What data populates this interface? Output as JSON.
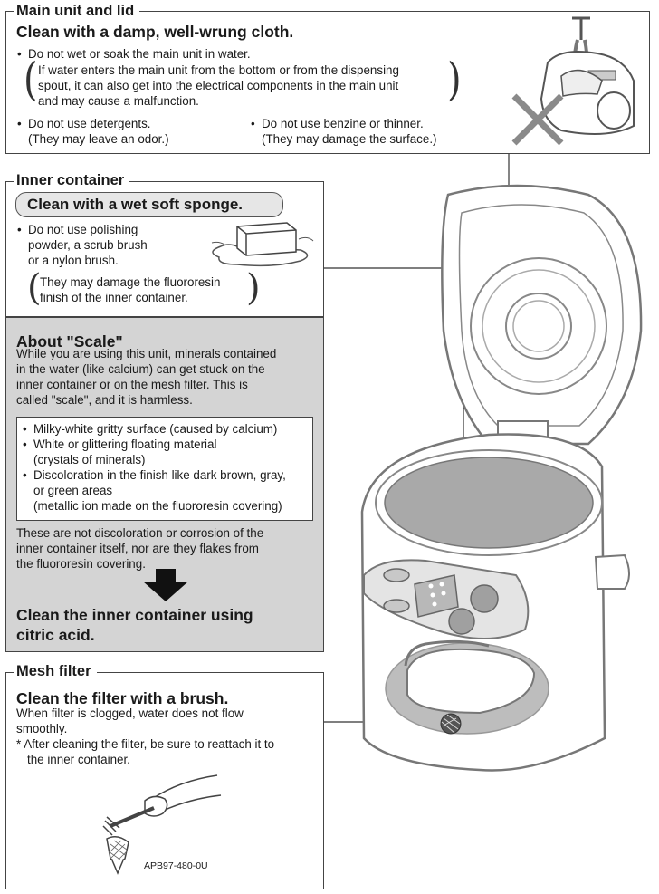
{
  "main_unit": {
    "title": "Main unit and lid",
    "heading": "Clean with a damp, well-wrung cloth.",
    "bullet1": "Do not wet or soak the main unit in water.",
    "note_line1": "If water enters the main unit from the bottom or from the dispensing",
    "note_line2": "spout, it can also get into the electrical components in the main unit",
    "note_line3": "and may cause a malfunction.",
    "bullet2_line1": "Do not use detergents.",
    "bullet2_line2": "(They may leave an odor.)",
    "bullet3_line1": "Do not use benzine or thinner.",
    "bullet3_line2": "(They may damage the surface.)"
  },
  "inner_container": {
    "title": "Inner container",
    "heading": "Clean with a wet soft sponge.",
    "bullet_line1": "Do not use polishing",
    "bullet_line2": "powder, a scrub brush",
    "bullet_line3": "or a nylon brush.",
    "note_line1": "They may damage the fluororesin",
    "note_line2": "finish of the inner container."
  },
  "scale": {
    "title": "About \"Scale\"",
    "para_line1": "While you are using this unit, minerals contained",
    "para_line2": "in the water (like calcium) can get stuck on the",
    "para_line3": "inner container or on the mesh filter. This is",
    "para_line4": "called \"scale\", and it is harmless.",
    "list": [
      "Milky-white gritty surface (caused by calcium)",
      "White or glittering floating material",
      "(crystals of minerals)",
      "Discoloration in the finish like dark brown, gray,",
      "or green areas",
      "(metallic ion made on the fluororesin covering)"
    ],
    "after_line1": "These are not discoloration or corrosion of the",
    "after_line2": "inner container itself, nor are they flakes from",
    "after_line3": "the fluororesin covering.",
    "action_line1": "Clean the inner container using",
    "action_line2": "citric acid."
  },
  "mesh_filter": {
    "title": "Mesh filter",
    "heading": "Clean the filter with a brush.",
    "line1": "When filter is clogged, water does not flow",
    "line2": "smoothly.",
    "note_line1": "* After cleaning the filter, be sure to reattach it to",
    "note_line2": "the inner container.",
    "code": "APB97-480-0U"
  },
  "colors": {
    "scale_bg": "#d4d4d4",
    "pill_bg": "#e6e6e6",
    "line": "#444444",
    "illustration_gray": "#bdbdbd",
    "container_dark": "#a9a9a9"
  }
}
